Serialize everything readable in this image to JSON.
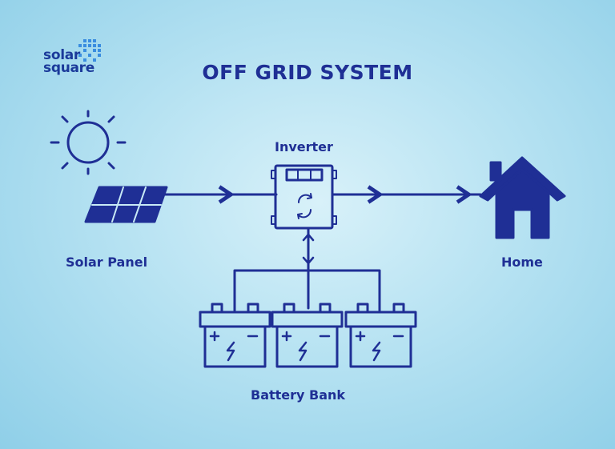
{
  "logo": {
    "line1": "solar",
    "line2": "square",
    "color": "#1b3a9a"
  },
  "title": "OFF GRID SYSTEM",
  "nodes": {
    "solar_panel": "Solar Panel",
    "inverter": "Inverter",
    "home": "Home",
    "battery_bank": "Battery Bank"
  },
  "colors": {
    "ink": "#1f2f95",
    "background": "#b6e2f2"
  },
  "icons": [
    "sun-icon",
    "solar-panel-icon",
    "inverter-icon",
    "home-icon",
    "battery-icon"
  ]
}
